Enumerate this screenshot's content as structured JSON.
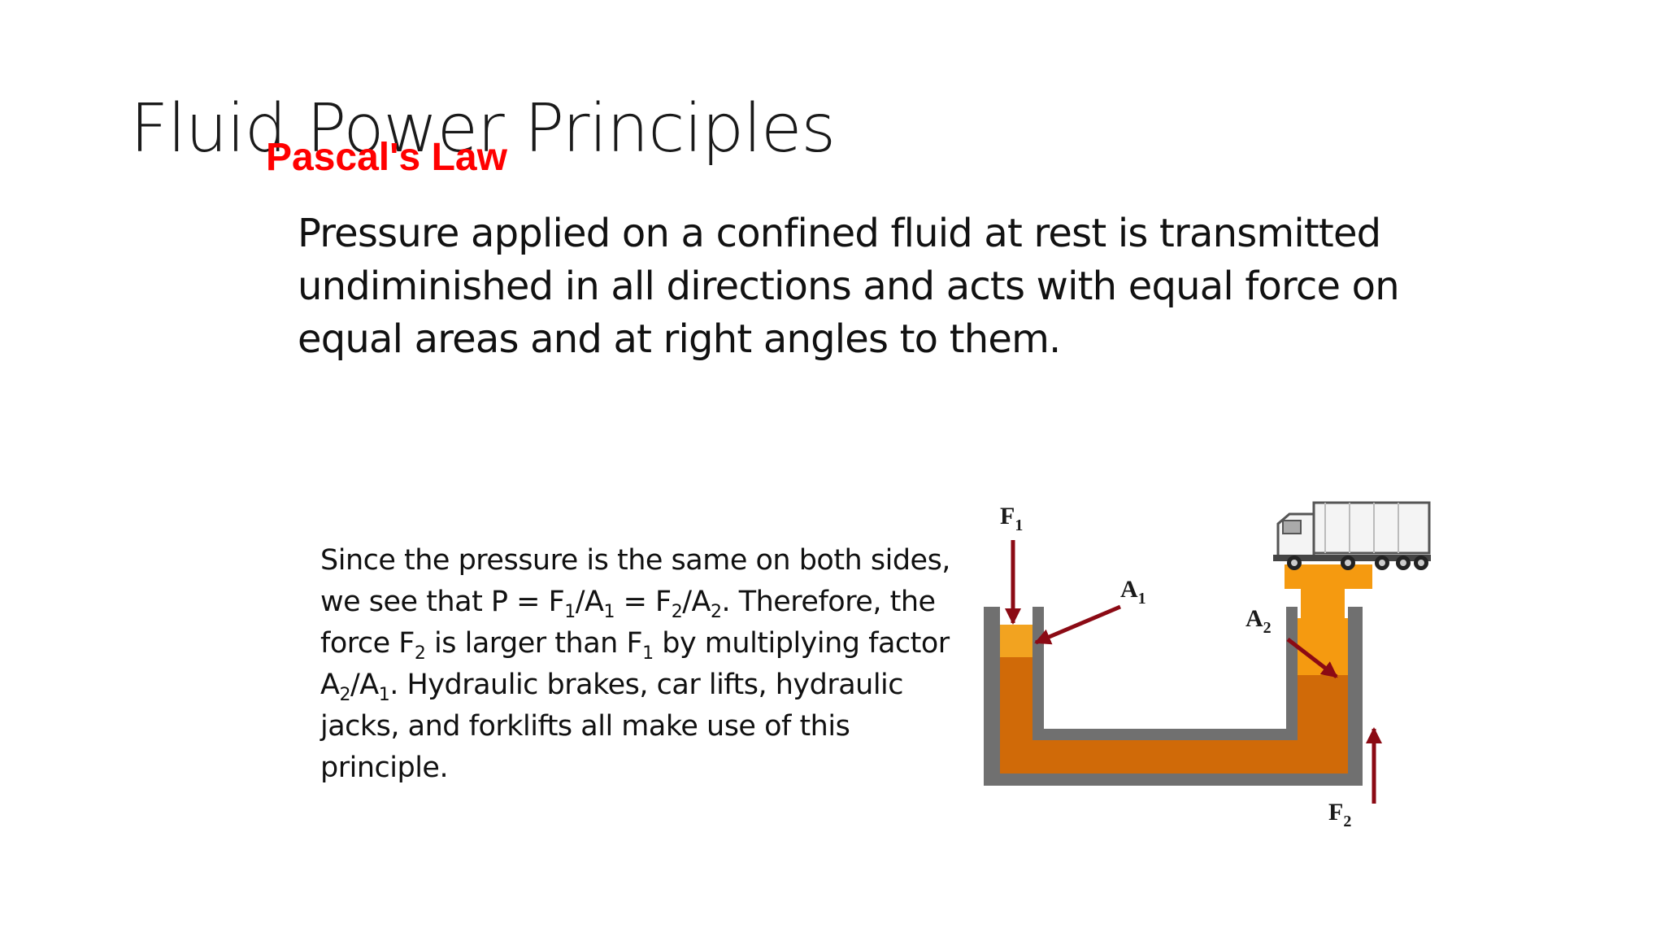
{
  "slide": {
    "title": "Fluid Power Principles",
    "subtitle": "Pascal's Law",
    "statement": "Pressure applied on a confined fluid at rest is transmitted undiminished in all directions and acts with equal force on equal areas and at right angles to them.",
    "explanation": {
      "t1": "Since the pressure is the same on both sides, we see that P = F",
      "s1": "1",
      "t2": "/A",
      "s2": "1",
      "t3": " = F",
      "s3": "2",
      "t4": "/A",
      "s4": "2",
      "t5": ". Therefore, the force F",
      "s5": "2",
      "t6": " is larger than F",
      "s6": "1",
      "t7": " by multiplying factor A",
      "s7": "2",
      "t8": "/A",
      "s8": "1",
      "t9": ". Hydraulic brakes, car lifts, hydraulic jacks, and forklifts all make use of this principle."
    }
  },
  "diagram": {
    "labels": {
      "f1": "F",
      "f1_sub": "1",
      "a1": "A",
      "a1_sub": "1",
      "a2": "A",
      "a2_sub": "2",
      "f2": "F",
      "f2_sub": "2"
    },
    "colors": {
      "vessel": "#707070",
      "fluid": "#d06a08",
      "small_piston": "#f2a320",
      "large_piston": "#f59a10",
      "arrow": "#8b0a14"
    }
  }
}
